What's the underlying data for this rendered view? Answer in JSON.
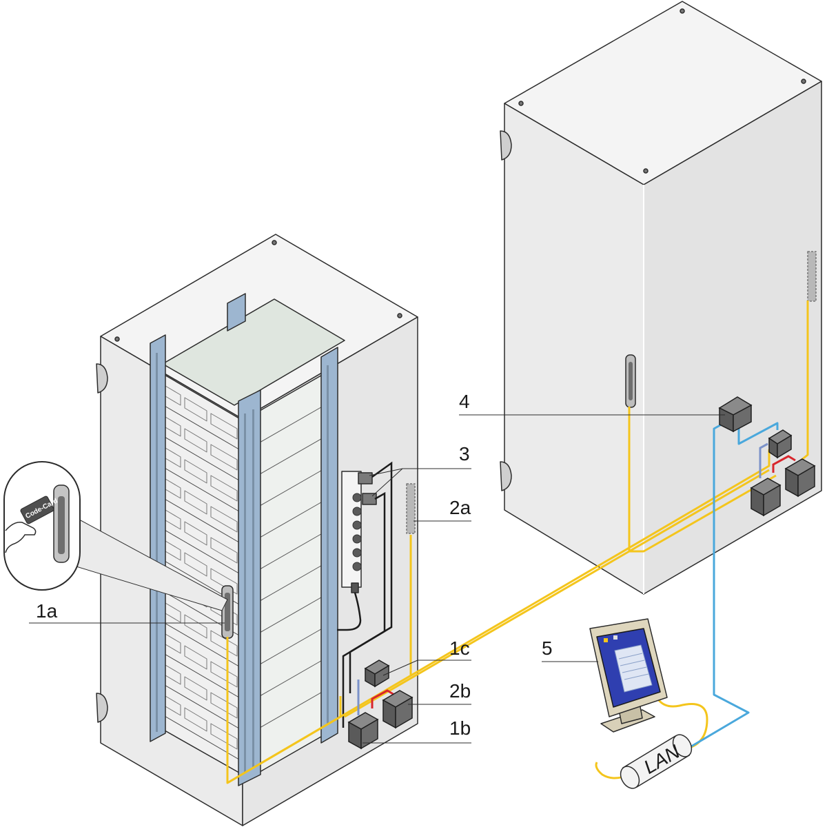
{
  "callouts": {
    "l1a": "1a",
    "l1b": "1b",
    "l1c": "1c",
    "l2a": "2a",
    "l2b": "2b",
    "l3": "3",
    "l4": "4",
    "l5": "5"
  },
  "lan_label": "LAN",
  "code_card_label": "Code-Card",
  "colors": {
    "cabinet_face": "#ececec",
    "cabinet_top": "#f4f4f4",
    "cabinet_side": "#e2e2e2",
    "sensor_cable": "#f4c51c",
    "lan_cable": "#4aa8dc",
    "power_red": "#d8262c",
    "power_blue": "#7b92c9",
    "rail_blue": "#9db6d0",
    "box_gray": "#6c6c6c",
    "screen_blue": "#2f3fb0"
  }
}
